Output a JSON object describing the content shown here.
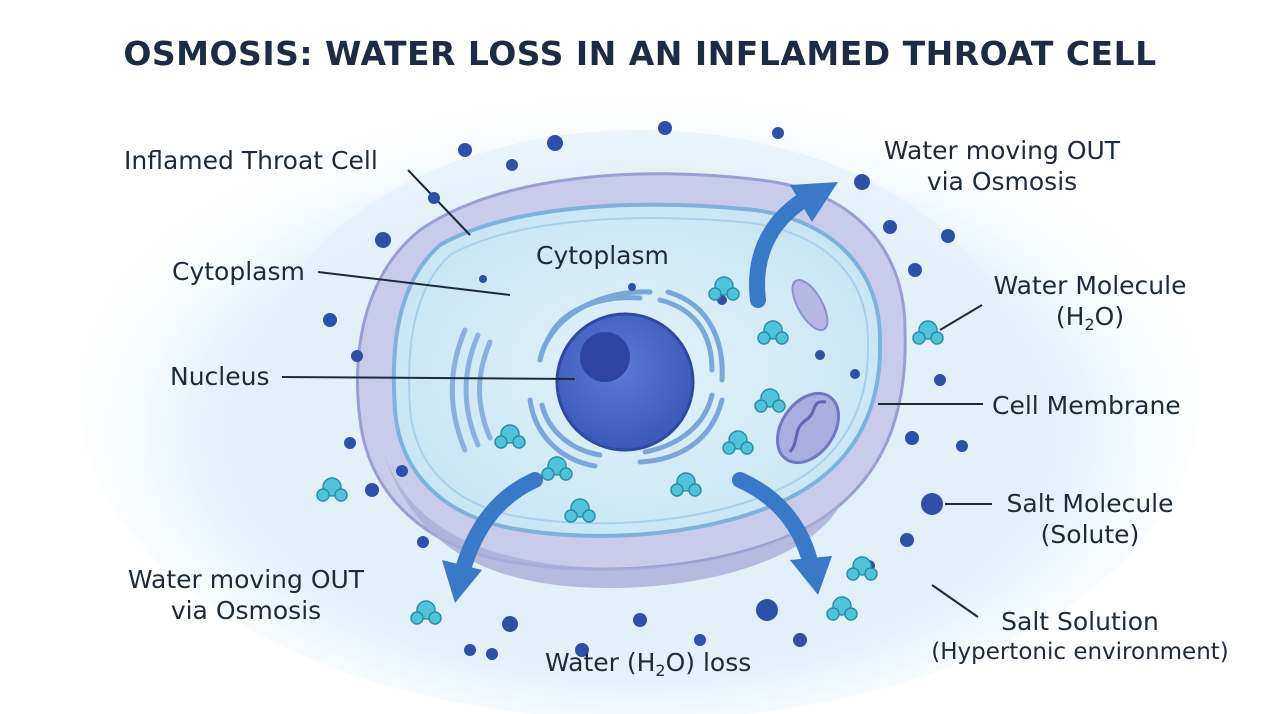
{
  "title": "OSMOSIS: WATER LOSS IN AN INFLAMED THROAT CELL",
  "labels": {
    "inflamed_cell": "Inflamed Throat Cell",
    "cytoplasm_outer": "Cytoplasm",
    "cytoplasm_inner": "Cytoplasm",
    "nucleus": "Nucleus",
    "water_out_right_1": "Water moving OUT",
    "water_out_right_2": "via Osmosis",
    "water_out_left_1": "Water moving OUT",
    "water_out_left_2": "via Osmosis",
    "water_molecule_1": "Water Molecule",
    "water_molecule_2a": "(H",
    "water_molecule_2sub": "2",
    "water_molecule_2b": "O)",
    "cell_membrane": "Cell Membrane",
    "salt_molecule_1": "Salt Molecule",
    "salt_molecule_2": "(Solute)",
    "salt_solution_1": "Salt Solution",
    "salt_solution_2": "(Hypertonic environment)",
    "water_loss_a": "Water (H",
    "water_loss_sub": "2",
    "water_loss_b": "O) loss"
  },
  "colors": {
    "background_wash": "#d9ecf7",
    "cell_outer": "#c9cdea",
    "cytoplasm": "#cde8f5",
    "membrane": "#8fbde0",
    "nucleus": "#3f5fbf",
    "nucleolus": "#2d45a0",
    "arrow": "#3a78c8",
    "water_molecule": "#4fc4d8",
    "salt_molecule": "#2f4fa8"
  }
}
